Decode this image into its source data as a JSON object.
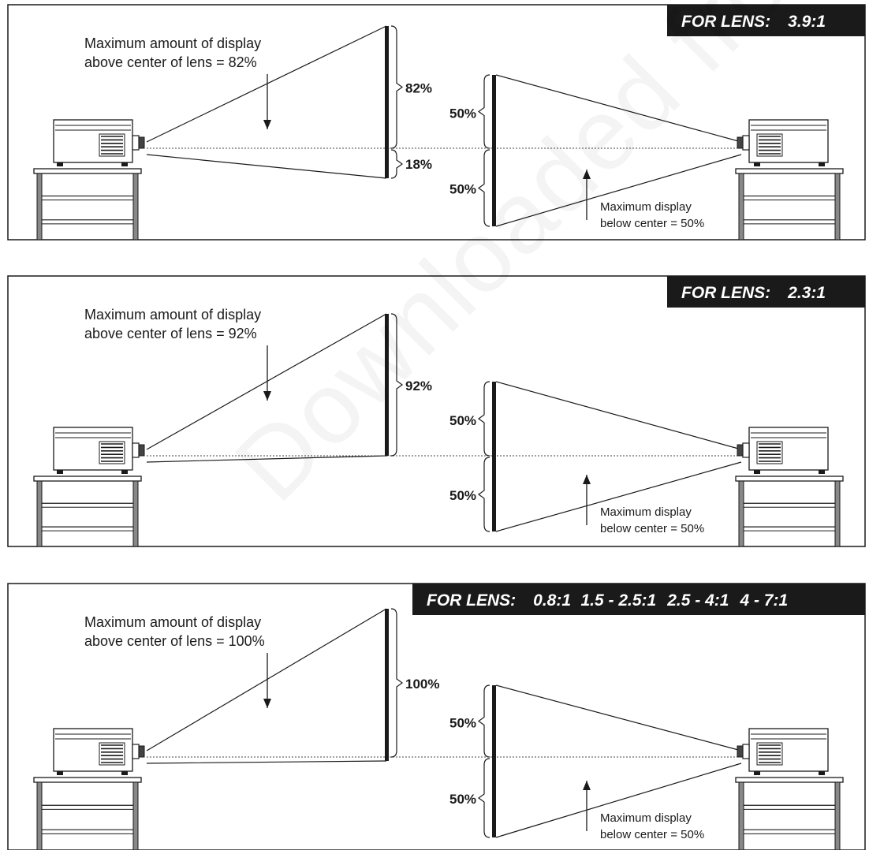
{
  "colors": {
    "ink": "#1a1a1a",
    "banner_bg": "#1a1a1a",
    "banner_text": "#ffffff",
    "paper": "#ffffff",
    "watermark": "#000000"
  },
  "icons": [
    "projector-icon",
    "projector-stand-icon",
    "down-arrow-icon",
    "up-arrow-icon",
    "brace-icon"
  ],
  "watermark": "Downloaded from Projector.com",
  "panels": [
    {
      "banner_label": "FOR LENS:",
      "lenses": [
        "3.9:1"
      ],
      "above_note": [
        "Maximum amount of display",
        "above center of lens = 82%"
      ],
      "above_pct": "82%",
      "below_pct": "18%",
      "right_upper_pct": "50%",
      "right_lower_pct": "50%",
      "below_note": [
        "Maximum display",
        "below center = 50%"
      ]
    },
    {
      "banner_label": "FOR LENS:",
      "lenses": [
        "2.3:1"
      ],
      "above_note": [
        "Maximum amount of display",
        "above center of lens = 92%"
      ],
      "above_pct": "92%",
      "below_pct": "",
      "right_upper_pct": "50%",
      "right_lower_pct": "50%",
      "below_note": [
        "Maximum display",
        "below center = 50%"
      ]
    },
    {
      "banner_label": "FOR LENS:",
      "lenses": [
        "0.8:1",
        "1.5 - 2.5:1",
        "2.5 - 4:1",
        "4 - 7:1"
      ],
      "above_note": [
        "Maximum amount of display",
        "above center of lens = 100%"
      ],
      "above_pct": "100%",
      "below_pct": "",
      "right_upper_pct": "50%",
      "right_lower_pct": "50%",
      "below_note": [
        "Maximum display",
        "below center = 50%"
      ]
    }
  ]
}
